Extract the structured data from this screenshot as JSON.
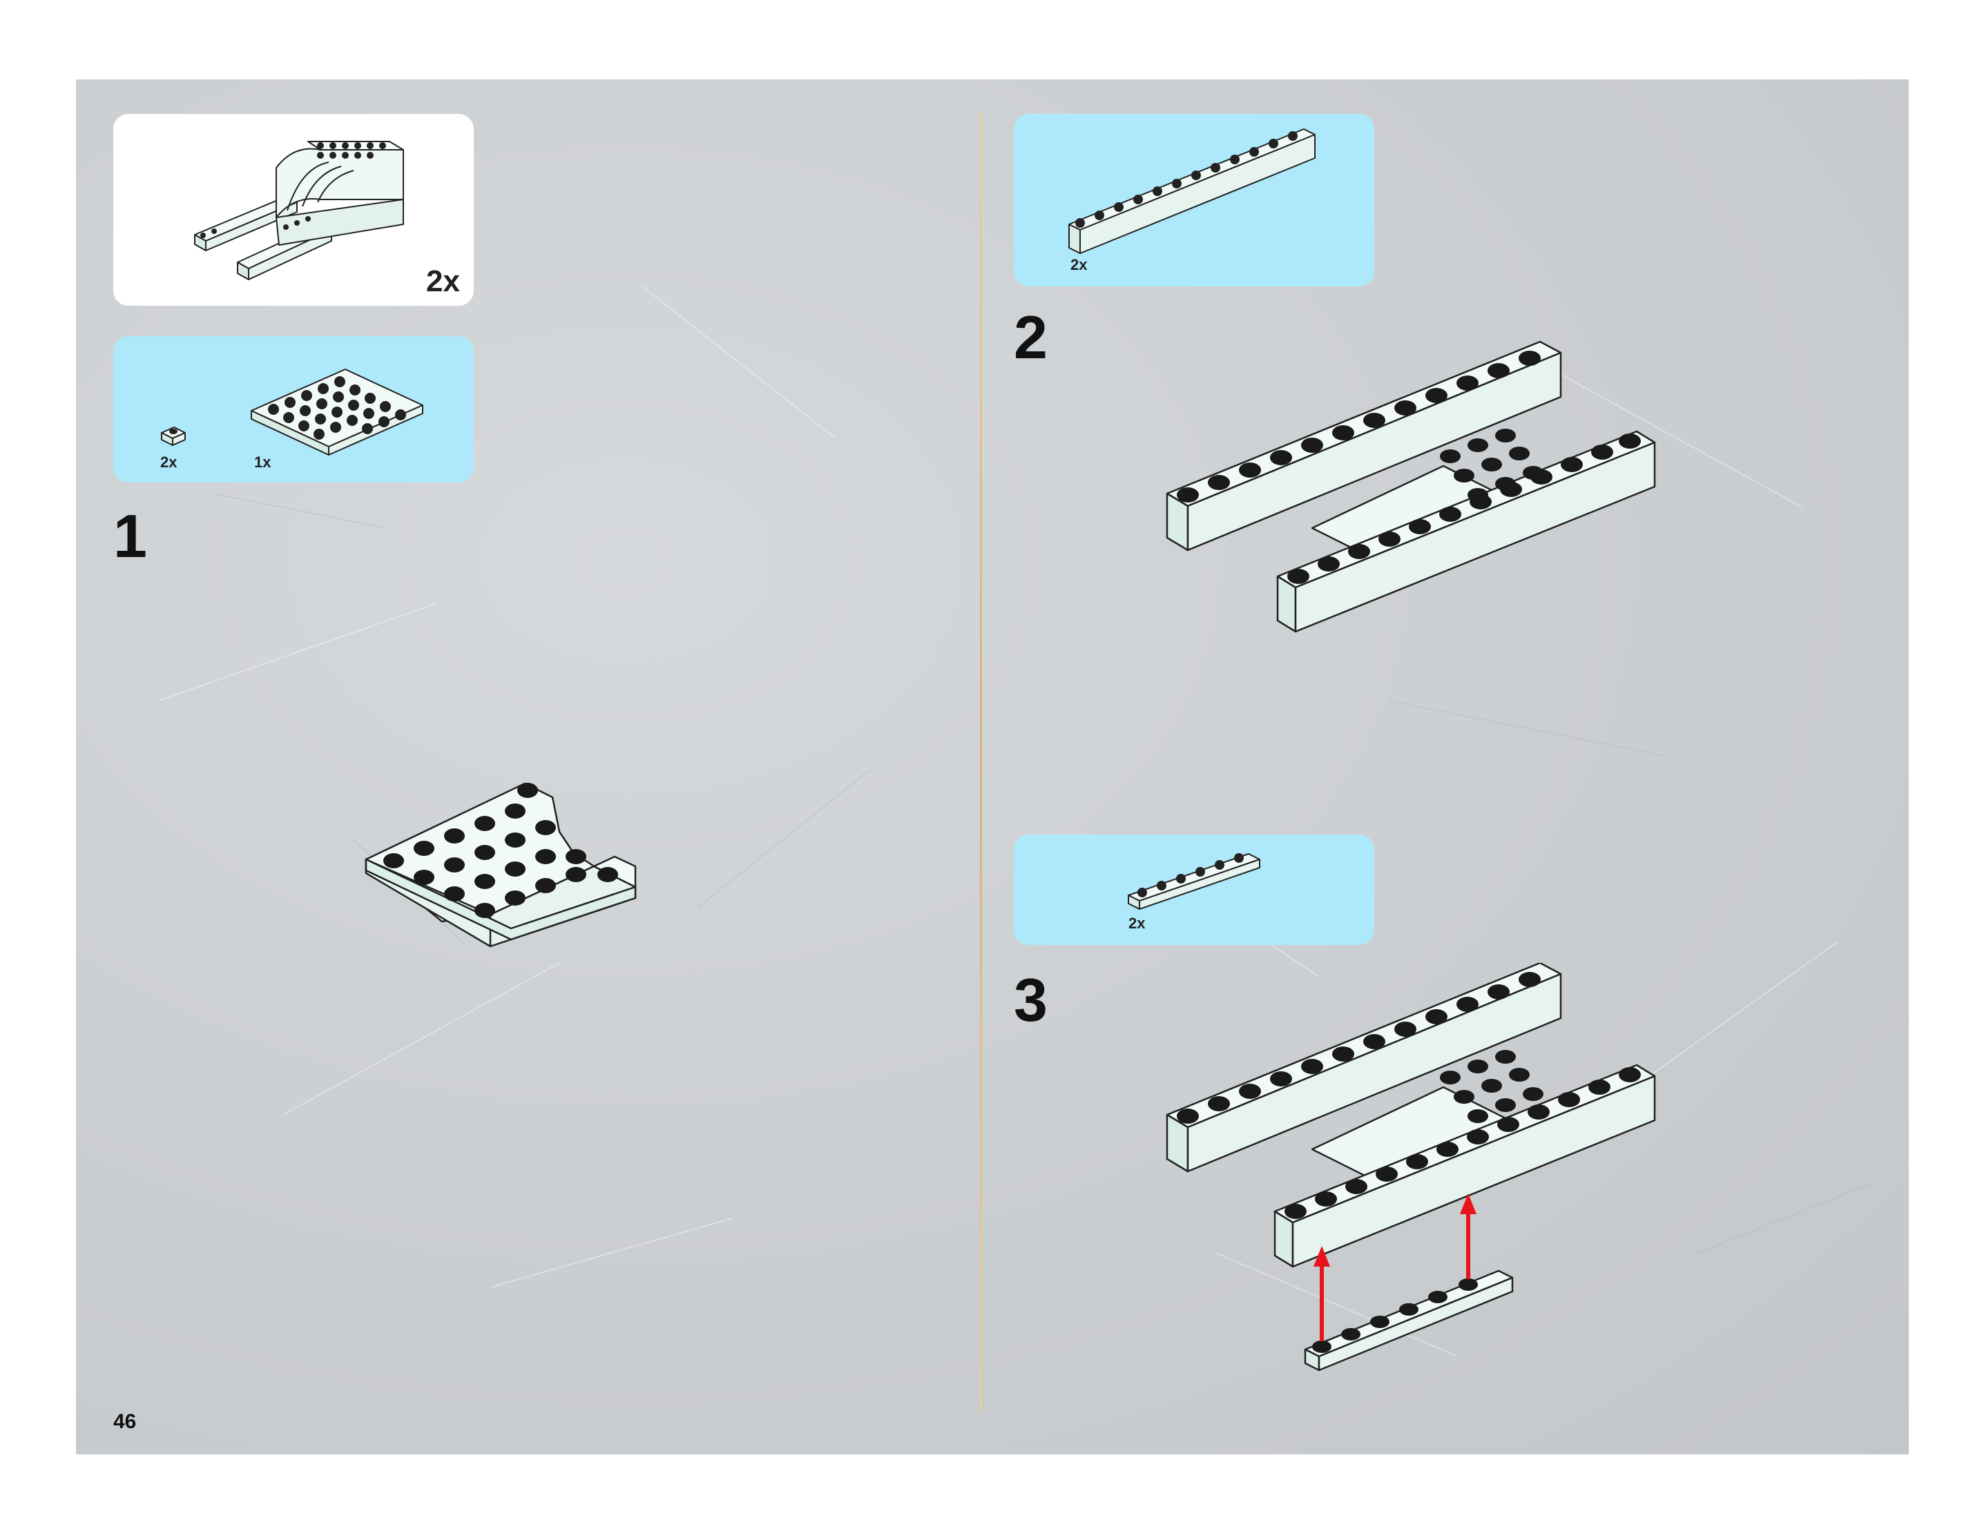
{
  "page": {
    "number": "46"
  },
  "callout": {
    "quantity": "2x"
  },
  "steps": [
    {
      "number": "1",
      "parts": [
        {
          "quantity": "2x"
        },
        {
          "quantity": "1x"
        }
      ]
    },
    {
      "number": "2",
      "parts": [
        {
          "quantity": "2x"
        }
      ]
    },
    {
      "number": "3",
      "parts": [
        {
          "quantity": "2x"
        }
      ]
    }
  ],
  "colors": {
    "page_background": "#cdd0d3",
    "parts_panel": "#aee9fb",
    "callout_panel": "#ffffff",
    "brick": "#f2faf7",
    "divider": "#d6b277",
    "arrow": "#e8141b"
  }
}
